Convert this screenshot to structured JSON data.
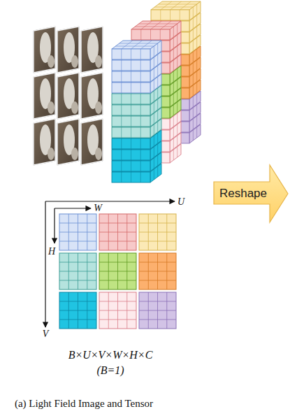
{
  "diagram": {
    "caption": "(a) Light Field Image and Tensor",
    "nodes": [
      {
        "text": [
          "Reshape"
        ]
      }
    ],
    "labels": [
      "W",
      "U",
      "H",
      "V",
      "B×U×V×W×H×C",
      "(B=1)"
    ]
  }
}
